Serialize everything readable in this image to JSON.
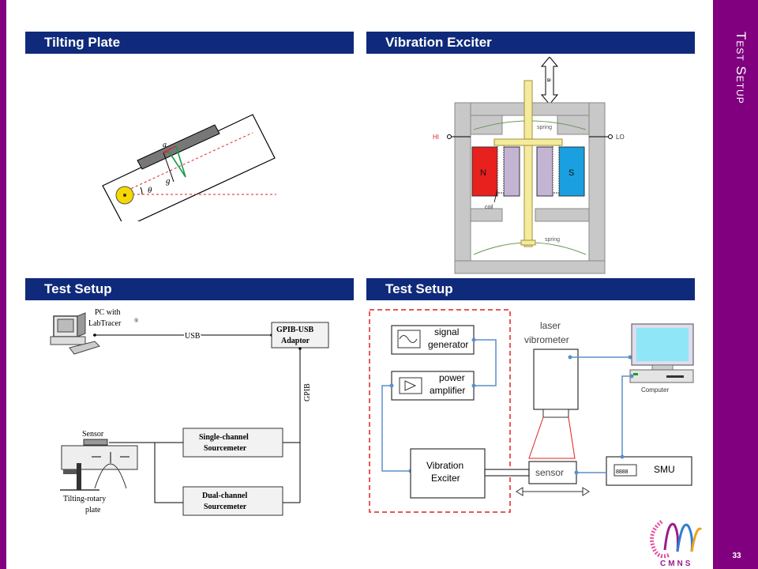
{
  "slide": {
    "title": "Test Setup",
    "page_number": "33"
  },
  "panels": {
    "tilting_plate": {
      "header": "Tilting Plate",
      "labels": {
        "a": "a",
        "g": "g",
        "theta": "θ"
      }
    },
    "vibration_exciter": {
      "header": "Vibration Exciter",
      "labels": {
        "arrow": "a",
        "spring_top": "spring",
        "spring_bottom": "spring",
        "hi": "HI",
        "lo": "LO",
        "n": "N",
        "s": "S",
        "coil": "coil"
      },
      "colors": {
        "north": "#e8201e",
        "south": "#1aa0e0",
        "core": "#c4b4d4",
        "rod": "#f4ec9c"
      }
    },
    "test_setup_left": {
      "header": "Test Setup",
      "pc_label_line1": "PC with",
      "pc_label_line2": "LabTracer",
      "pc_label_sup": "®",
      "usb": "USB",
      "adaptor_line1": "GPIB-USB",
      "adaptor_line2": "Adaptor",
      "gpib": "GPIB",
      "sensor": "Sensor",
      "single_line1": "Single-channel",
      "single_line2": "Sourcemeter",
      "dual_line1": "Dual-channel",
      "dual_line2": "Sourcemeter",
      "plate_line1": "Tilting-rotary",
      "plate_line2": "plate"
    },
    "test_setup_right": {
      "header": "Test Setup",
      "signal_line1": "signal",
      "signal_line2": "generator",
      "power_line1": "power",
      "power_line2": "amplifier",
      "vibro_line1": "laser",
      "vibro_line2": "vibrometer",
      "computer": "Computer",
      "exciter_line1": "Vibration",
      "exciter_line2": "Exciter",
      "sensor": "sensor",
      "smu": "SMU",
      "colors": {
        "wire": "#5b8fc8",
        "dashed": "#e02020"
      }
    }
  },
  "logo": {
    "text": "CMNS"
  }
}
